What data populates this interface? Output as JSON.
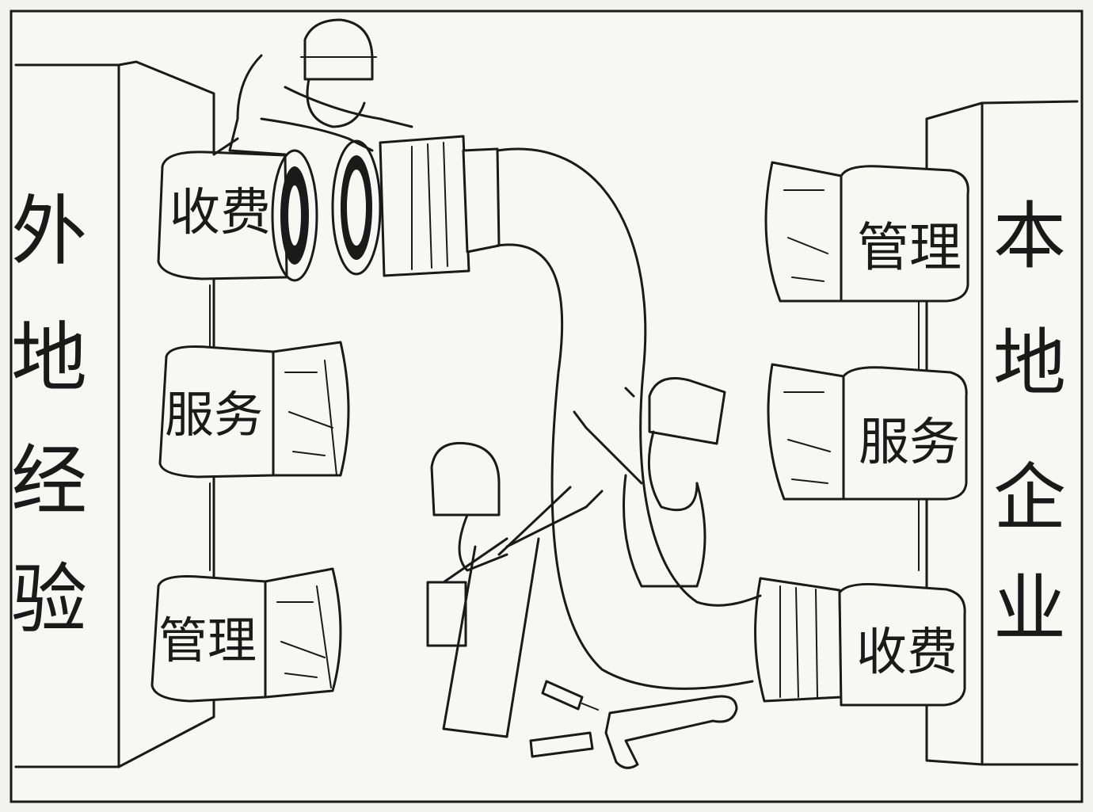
{
  "left_wall": {
    "label_chars": [
      "外",
      "地",
      "经",
      "验"
    ],
    "drums": [
      {
        "label": "收费"
      },
      {
        "label": "服务"
      },
      {
        "label": "管理"
      }
    ]
  },
  "right_wall": {
    "label_chars": [
      "本",
      "地",
      "企",
      "业"
    ],
    "drums": [
      {
        "label": "管理"
      },
      {
        "label": "服务"
      },
      {
        "label": "收费"
      }
    ]
  },
  "colors": {
    "ink": "#1a1a1a",
    "paper": "#f2f2ef"
  }
}
